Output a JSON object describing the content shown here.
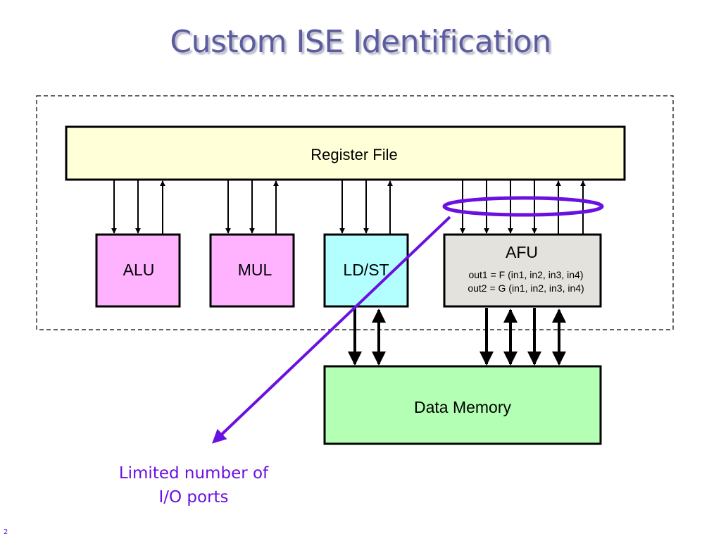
{
  "slide": {
    "title": "Custom ISE Identification",
    "page_number": "2"
  },
  "diagram": {
    "register_file": {
      "label": "Register File",
      "color": "#ffffd8"
    },
    "units": [
      {
        "id": "alu",
        "label": "ALU",
        "color": "#ffb3ff"
      },
      {
        "id": "mul",
        "label": "MUL",
        "color": "#ffb3ff"
      },
      {
        "id": "ldst",
        "label": "LD/ST",
        "color": "#b3ffff"
      },
      {
        "id": "afu",
        "label": "AFU",
        "color": "#e4e2dc",
        "equations": [
          "out1 = F (in1, in2, in3, in4)",
          "out2 = G (in1, in2, in3, in4)"
        ]
      }
    ],
    "data_memory": {
      "label": "Data Memory",
      "color": "#b3ffb3"
    },
    "callout": {
      "line1": "Limited number of",
      "line2": "I/O ports",
      "color": "#6a10e0"
    }
  }
}
